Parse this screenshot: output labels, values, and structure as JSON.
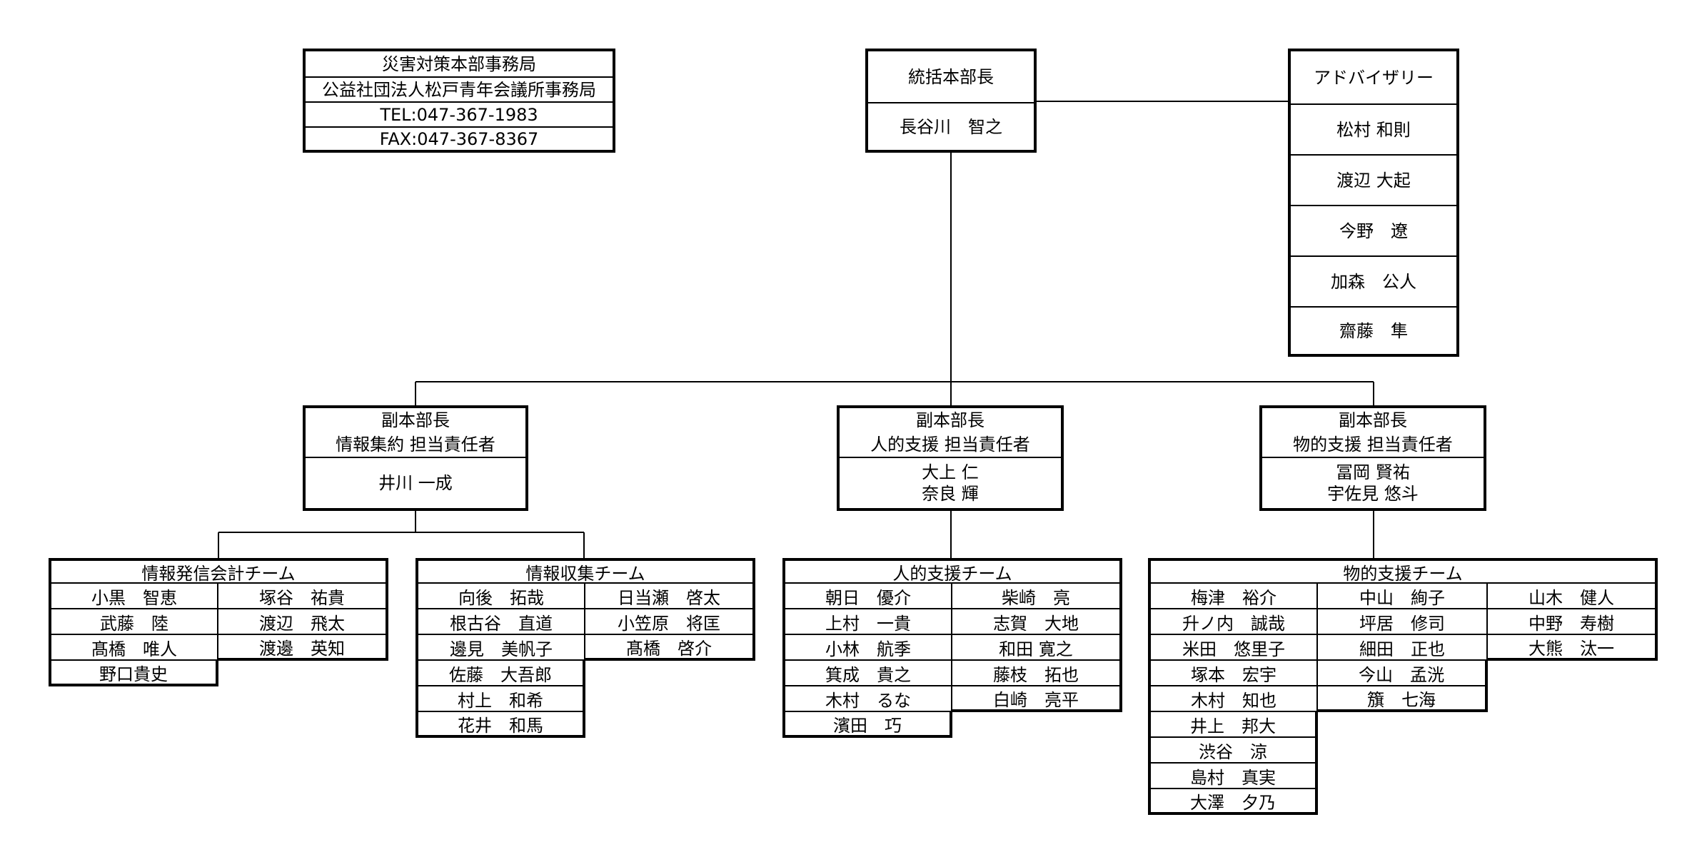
{
  "office": {
    "title": "災害対策本部事務局",
    "org": "公益社団法人松戸青年会議所事務局",
    "tel": "TEL:047-367-1983",
    "fax": "FAX:047-367-8367"
  },
  "chief": {
    "role": "統括本部長",
    "name": "長谷川　智之"
  },
  "advisory": {
    "title": "アドバイザリー",
    "members": [
      "松村 和則",
      "渡辺 大起",
      "今野　遼",
      "加森　公人",
      "齋藤　隼"
    ]
  },
  "deputies": [
    {
      "role": "副本部長",
      "duty": "情報集約 担当責任者",
      "names": [
        "井川 一成"
      ]
    },
    {
      "role": "副本部長",
      "duty": "人的支援 担当責任者",
      "names": [
        "大上 仁",
        "奈良 輝"
      ]
    },
    {
      "role": "副本部長",
      "duty": "物的支援 担当責任者",
      "names": [
        "冨岡 賢祐",
        "宇佐見 悠斗"
      ]
    }
  ],
  "teams": [
    {
      "title": "情報発信会計チーム",
      "columns": [
        [
          "小黒　智恵",
          "武藤　陸",
          "髙橋　唯人",
          "野口貴史"
        ],
        [
          "塚谷　祐貴",
          "渡辺　飛太",
          "渡邊　英知"
        ]
      ]
    },
    {
      "title": "情報収集チーム",
      "columns": [
        [
          "向後　拓哉",
          "根古谷　直道",
          "邊見　美帆子",
          "佐藤　大吾郎",
          "村上　和希",
          "花井　和馬"
        ],
        [
          "日当瀬　啓太",
          "小笠原　将匡",
          "髙橋　啓介"
        ]
      ]
    },
    {
      "title": "人的支援チーム",
      "columns": [
        [
          "朝日　優介",
          "上村　一貴",
          "小林　航季",
          "箕成　貴之",
          "木村　るな",
          "濱田　巧"
        ],
        [
          "柴崎　亮",
          "志賀　大地",
          "和田 寛之",
          "藤枝　拓也",
          "白崎　亮平"
        ]
      ]
    },
    {
      "title": "物的支援チーム",
      "columns": [
        [
          "梅津　裕介",
          "升ノ内　誠哉",
          "米田　悠里子",
          "塚本　宏宇",
          "木村　知也",
          "井上　邦大",
          "渋谷　涼",
          "島村　真実",
          "大澤　夕乃"
        ],
        [
          "中山　絢子",
          "坪居　修司",
          "細田　正也",
          "今山　孟洸",
          "籏　七海"
        ],
        [
          "山木　健人",
          "中野　寿樹",
          "大熊　汰一"
        ]
      ]
    }
  ]
}
